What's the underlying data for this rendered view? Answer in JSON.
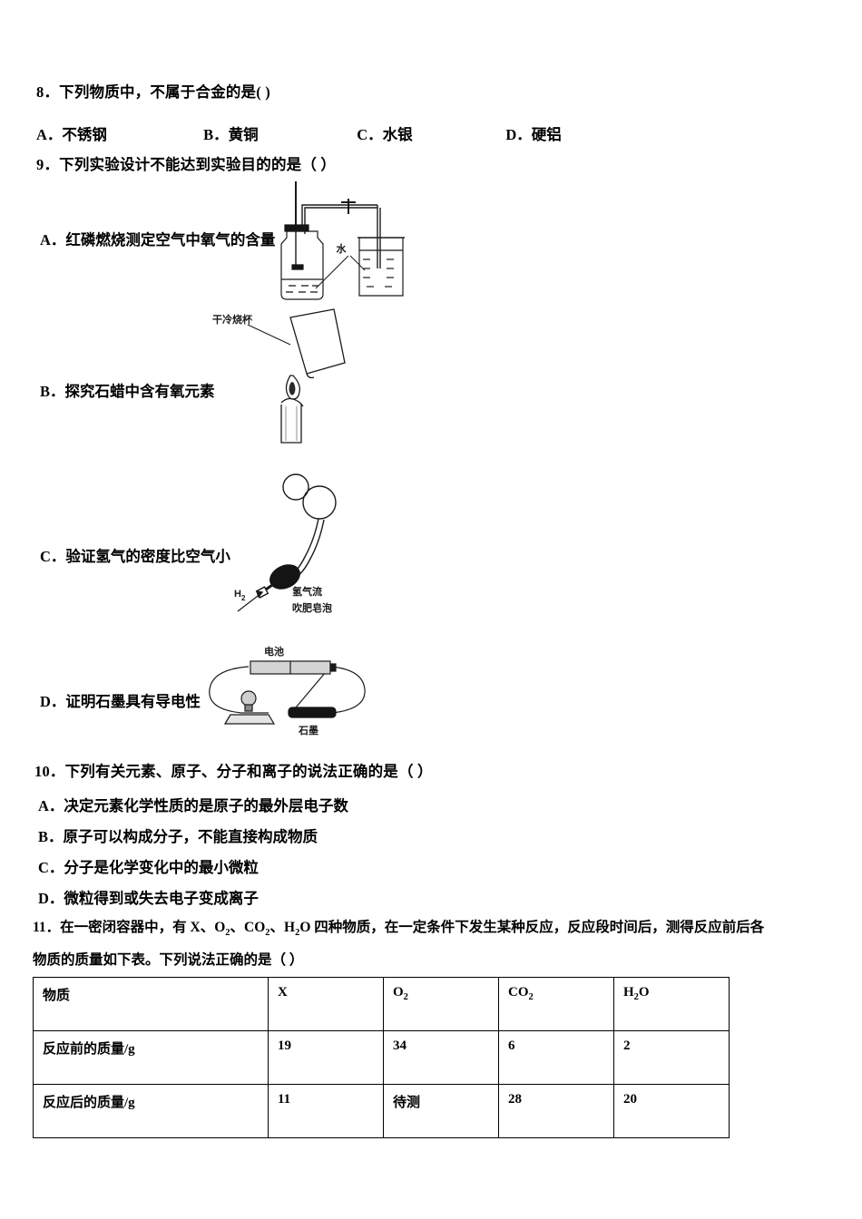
{
  "document": {
    "language": "zh-CN",
    "page_background": "#ffffff",
    "text_color": "#000000"
  },
  "questions": [
    {
      "number": "8",
      "stem": "8．下列物质中，不属于合金的是(    )",
      "options": [
        {
          "label": "A．",
          "text": "不锈钢"
        },
        {
          "label": "B．",
          "text": "黄铜"
        },
        {
          "label": "C．",
          "text": "水银"
        },
        {
          "label": "D．",
          "text": "硬铝"
        }
      ]
    },
    {
      "number": "9",
      "stem": "9．下列实验设计不能达到实验目的的是（  ）",
      "options": [
        {
          "label": "A．",
          "text": "红磷燃烧测定空气中氧气的含量"
        },
        {
          "label": "B．",
          "text": "探究石蜡中含有氧元素"
        },
        {
          "label": "C．",
          "text": "验证氢气的密度比空气小"
        },
        {
          "label": "D．",
          "text": "证明石墨具有导电性"
        }
      ],
      "figure_labels": {
        "option_a_water": "水",
        "option_b_beaker": "干冷烧杯",
        "option_c_gas": "H",
        "option_c_gas_sub": "2",
        "option_c_note_line1": "氢气流",
        "option_c_note_line2": "吹肥皂泡",
        "option_d_battery": "电池",
        "option_d_graphite": "石墨"
      }
    },
    {
      "number": "10",
      "stem": "10．下列有关元素、原子、分子和离子的说法正确的是（    ）",
      "options": [
        {
          "label": "A．",
          "text": "决定元素化学性质的是原子的最外层电子数"
        },
        {
          "label": "B．",
          "text": "原子可以构成分子，不能直接构成物质"
        },
        {
          "label": "C．",
          "text": "分子是化学变化中的最小微粒"
        },
        {
          "label": "D．",
          "text": "微粒得到或失去电子变成离子"
        }
      ]
    },
    {
      "number": "11",
      "stem_line1_part1": "11．在一密闭容器中，有 X、O",
      "stem_line1_sub1": "2",
      "stem_line1_part2": "、CO",
      "stem_line1_sub2": "2",
      "stem_line1_part3": "、H",
      "stem_line1_sub3": "2",
      "stem_line1_part4": "O 四种物质，在一定条件下发生某种反应，反应段时间后，测得反应前后各",
      "stem_line2": "物质的质量如下表。下列说法正确的是（ ）"
    }
  ],
  "table": {
    "columns": [
      {
        "key": "name",
        "header": "物质"
      },
      {
        "key": "x",
        "header": "X",
        "header_sub": ""
      },
      {
        "key": "o2",
        "header": "O",
        "header_sub": "2"
      },
      {
        "key": "co2",
        "header": "CO",
        "header_sub": "2"
      },
      {
        "key": "h2o",
        "header_pre": "H",
        "header_sub": "2",
        "header_post": "O"
      }
    ],
    "rows": [
      {
        "name": "反应前的质量/g",
        "x": "19",
        "o2": "34",
        "co2": "6",
        "h2o": "2"
      },
      {
        "name": "反应后的质量/g",
        "x": "11",
        "o2": "待测",
        "co2": "28",
        "h2o": "20"
      }
    ]
  }
}
